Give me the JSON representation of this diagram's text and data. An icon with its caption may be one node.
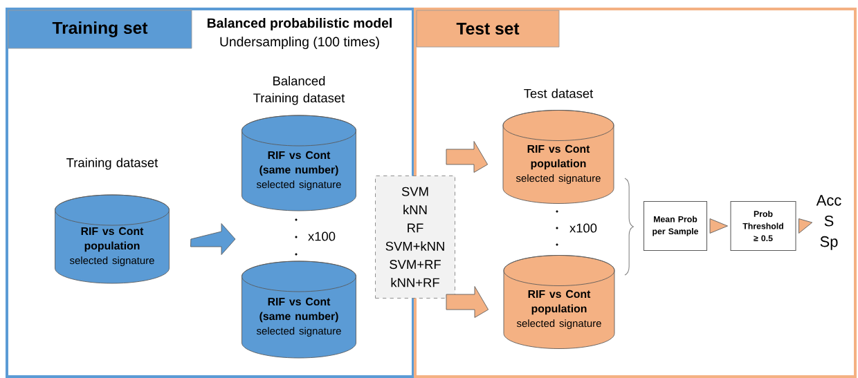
{
  "diagram": {
    "nodes": [
      {
        "text": [
          "Training set"
        ]
      },
      {
        "text": [
          "Test set"
        ]
      },
      {
        "text": [
          "RIF vs Cont population",
          "selected signature"
        ],
        "in": 0,
        "beside": [
          "Training dataset"
        ]
      },
      {
        "text": [
          "RIF vs Cont (same number)",
          "selected signature"
        ],
        "in": 0,
        "beside": [
          "Balanced Training dataset"
        ]
      },
      {
        "text": [
          "RIF vs Cont (same number)",
          "selected signature"
        ],
        "in": 0
      },
      {
        "text": [
          "SVM",
          "kNN",
          "RF",
          "SVM+kNN",
          "SVM+RF",
          "kNN+RF"
        ]
      },
      {
        "text": [
          "RIF vs Cont population",
          "selected signature"
        ],
        "in": 1,
        "beside": [
          "Test dataset"
        ]
      },
      {
        "text": [
          "RIF vs Cont population",
          "selected signature"
        ],
        "in": 1
      },
      {
        "text": [
          "Mean Prob per Sample"
        ],
        "in": 1
      },
      {
        "text": [
          "Prob Threshold ≥ 0.5"
        ],
        "in": 1
      },
      {
        "text": [
          "Acc",
          "S",
          "Sp"
        ],
        "in": 1
      }
    ],
    "edges": [
      {
        "from": 2,
        "to": null,
        "arrow": "to",
        "color": "#5b9bd5"
      },
      {
        "from": null,
        "to": 6,
        "arrow": "to"
      },
      {
        "from": null,
        "to": 7,
        "arrow": "to"
      },
      {
        "from": 8,
        "to": 9,
        "arrow": "to"
      },
      {
        "from": 9,
        "to": 10,
        "arrow": "to"
      }
    ],
    "labels": [
      "Balanced probabilistic model",
      "Undersampling (100 times)",
      "x100",
      "x100"
    ]
  }
}
